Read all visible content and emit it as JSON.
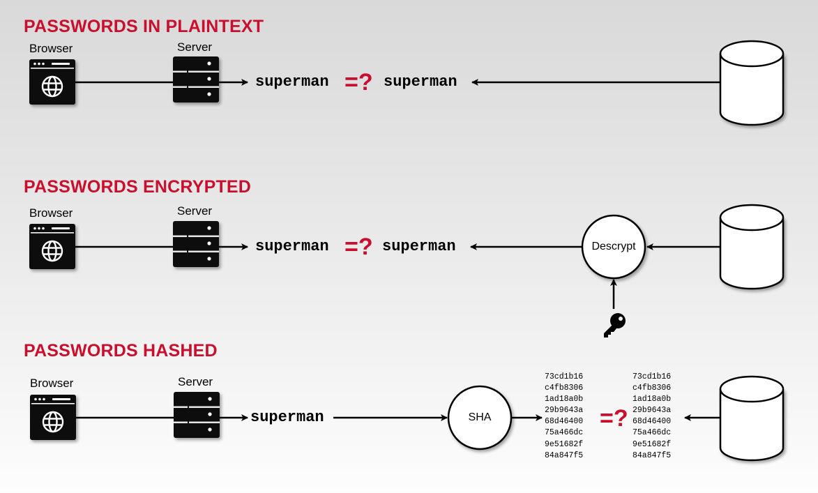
{
  "sections": [
    {
      "title": "PASSWORDS IN PLAINTEXT",
      "browser_label": "Browser",
      "server_label": "Server",
      "left_value": "superman",
      "compare": "=?",
      "right_value": "superman"
    },
    {
      "title": "PASSWORDS ENCRYPTED",
      "browser_label": "Browser",
      "server_label": "Server",
      "left_value": "superman",
      "compare": "=?",
      "right_value": "superman",
      "decrypt_label": "Descrypt"
    },
    {
      "title": "PASSWORDS HASHED",
      "browser_label": "Browser",
      "server_label": "Server",
      "left_value": "superman",
      "hash_label": "SHA",
      "compare": "=?",
      "hash_left": [
        "73cd1b16",
        "c4fb8306",
        "1ad18a0b",
        "29b9643a",
        "68d46400",
        "75a466dc",
        "9e51682f",
        "84a847f5"
      ],
      "hash_right": [
        "73cd1b16",
        "c4fb8306",
        "1ad18a0b",
        "29b9643a",
        "68d46400",
        "75a466dc",
        "9e51682f",
        "84a847f5"
      ]
    }
  ],
  "colors": {
    "accent": "#c8102e",
    "icon": "#111111"
  },
  "icons": [
    "browser-icon",
    "server-icon",
    "database-icon",
    "key-icon"
  ]
}
